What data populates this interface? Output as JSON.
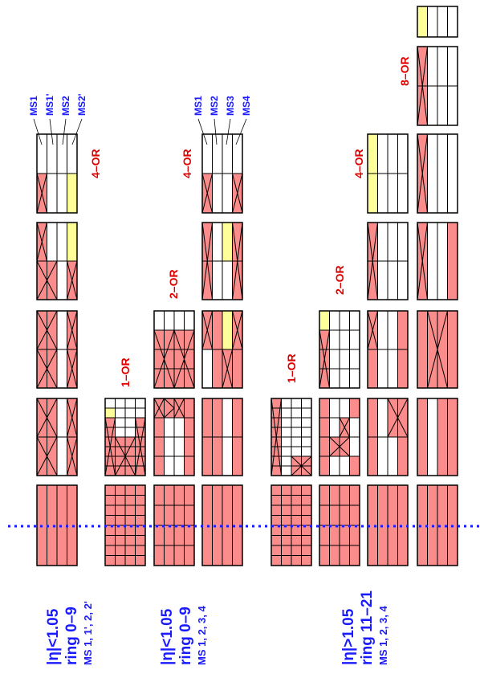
{
  "colors": {
    "pink": "#fa8c8c",
    "yellow": "#ffff99",
    "white": "#ffffff",
    "line": "#000000",
    "blue": "#1a1aff",
    "red": "#e00000"
  },
  "row_labels": [
    {
      "eta": "|η|<1.05",
      "ring": "ring 0–9",
      "ms": "MS 1, 1', 2, 2'"
    },
    {
      "eta": "|η|<1.05",
      "ring": "ring 0–9",
      "ms": "MS 1, 2, 3, 4"
    },
    {
      "eta": "|η|>1.05",
      "ring": "ring 11–21",
      "ms": "MS 1, 2, 3, 4"
    }
  ],
  "or_labels": {
    "or1": "1–OR",
    "or2": "2–OR",
    "or4": "4–OR",
    "or8": "8–OR"
  },
  "ms_labels_a": [
    "MS1",
    "MS1'",
    "MS2",
    "MS2'"
  ],
  "ms_labels_b": [
    "MS1",
    "MS2",
    "MS3",
    "MS4"
  ]
}
